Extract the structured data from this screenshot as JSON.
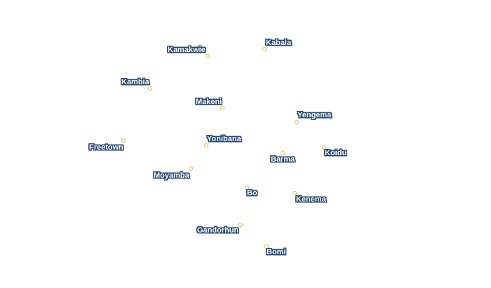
{
  "map": {
    "colors": {
      "label_text": "#ffffff",
      "label_halo": "#24466f",
      "marker": "#f0b43c",
      "background": "#ffffff"
    },
    "cities": [
      {
        "name": "Kamakwie"
      },
      {
        "name": "Kabala"
      },
      {
        "name": "Kambia"
      },
      {
        "name": "Makeni"
      },
      {
        "name": "Yengema"
      },
      {
        "name": "Freetown"
      },
      {
        "name": "Yonibana"
      },
      {
        "name": "Koidu"
      },
      {
        "name": "Barma"
      },
      {
        "name": "Moyamba"
      },
      {
        "name": "Bo"
      },
      {
        "name": "Kenema"
      },
      {
        "name": "Gandorhun"
      },
      {
        "name": "Bomi"
      }
    ]
  }
}
